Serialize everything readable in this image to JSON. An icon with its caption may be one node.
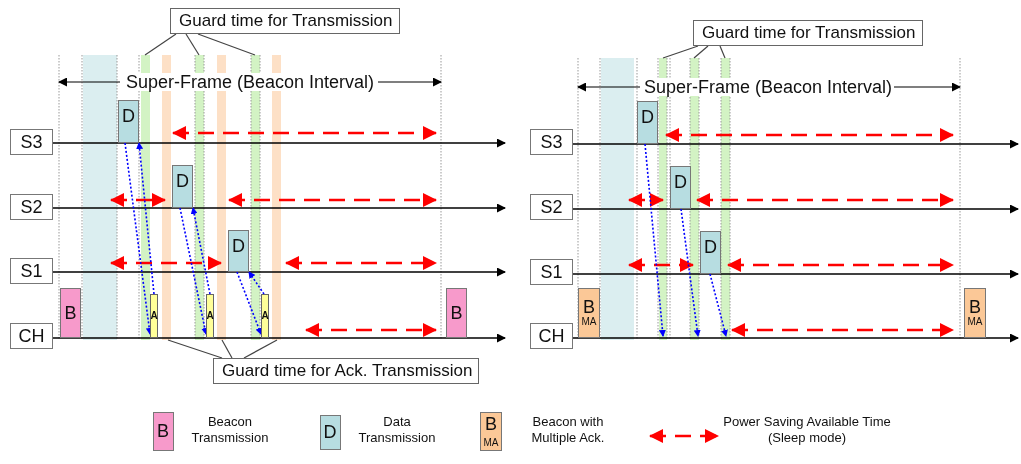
{
  "diagram": {
    "nodes": [
      {
        "text": [
          "Guard time for Transmission"
        ]
      },
      {
        "text": [
          "S3"
        ]
      },
      {
        "text": [
          "D"
        ]
      },
      {
        "text": [
          "S2"
        ]
      },
      {
        "text": [
          "D"
        ]
      },
      {
        "text": [
          "S1"
        ]
      },
      {
        "text": [
          "D"
        ]
      },
      {
        "text": [
          "B"
        ]
      },
      {
        "text": [
          "CH"
        ]
      },
      {
        "text": [
          "A"
        ]
      },
      {
        "text": [
          "A"
        ]
      },
      {
        "text": [
          "A"
        ]
      },
      {
        "text": [
          "B"
        ]
      },
      {
        "text": [
          "Guard time for Ack. Transmission"
        ]
      },
      {
        "text": [
          "Guard time for Transmission"
        ]
      },
      {
        "text": [
          "S3"
        ]
      },
      {
        "text": [
          "D"
        ]
      },
      {
        "text": [
          "S2"
        ]
      },
      {
        "text": [
          "D"
        ]
      },
      {
        "text": [
          "S1"
        ]
      },
      {
        "text": [
          "D"
        ]
      },
      {
        "text": [
          "B",
          "MA"
        ]
      },
      {
        "text": [
          "CH"
        ]
      },
      {
        "text": [
          "B",
          "MA"
        ]
      },
      {
        "text": [],
        "shape": "bar"
      },
      {
        "text": [],
        "shape": "bar"
      },
      {
        "text": [],
        "shape": "bar"
      }
    ],
    "edges": [
      {
        "from": 0,
        "to": null,
        "arrow": "none"
      },
      {
        "from": 0,
        "to": null,
        "arrow": "none"
      },
      {
        "from": 0,
        "to": null,
        "arrow": "none"
      },
      {
        "from": 2,
        "to": 9,
        "arrow": "to",
        "style": "dashed",
        "color": "#0000ff"
      },
      {
        "from": 9,
        "to": 2,
        "arrow": "to",
        "style": "dashed",
        "color": "#0000ff"
      },
      {
        "from": 4,
        "to": 10,
        "arrow": "to",
        "style": "dashed",
        "color": "#0000ff"
      },
      {
        "from": 10,
        "to": 4,
        "arrow": "to",
        "style": "dashed",
        "color": "#0000ff"
      },
      {
        "from": 6,
        "to": 11,
        "arrow": "to",
        "style": "dashed",
        "color": "#0000ff"
      },
      {
        "from": 11,
        "to": 6,
        "arrow": "to",
        "style": "dashed",
        "color": "#0000ff"
      },
      {
        "from": 13,
        "to": 24,
        "arrow": "none"
      },
      {
        "from": 13,
        "to": 25,
        "arrow": "none"
      },
      {
        "from": 13,
        "to": 26,
        "arrow": "none"
      },
      {
        "from": 14,
        "to": null,
        "arrow": "none"
      },
      {
        "from": 14,
        "to": null,
        "arrow": "none"
      },
      {
        "from": 14,
        "to": null,
        "arrow": "none"
      },
      {
        "from": 16,
        "to": null,
        "arrow": "to",
        "style": "dashed",
        "color": "#0000ff"
      },
      {
        "from": 18,
        "to": null,
        "arrow": "to",
        "style": "dashed",
        "color": "#0000ff"
      },
      {
        "from": 20,
        "to": null,
        "arrow": "to",
        "style": "dashed",
        "color": "#0000ff"
      }
    ],
    "labels": [
      "Super-Frame (Beacon Interval)",
      "Super-Frame (Beacon Interval)",
      "B",
      "D",
      "B",
      "MA"
    ],
    "legend": [
      {
        "text": "Beacon Transmission",
        "color": "#f79acb"
      },
      {
        "text": "Data Transmission",
        "color": "#b7dde1"
      },
      {
        "text": "Beacon with Multiple Ack.",
        "color": "#fbc897"
      },
      {
        "text": "Power Saving Available Time (Sleep mode)"
      }
    ]
  }
}
